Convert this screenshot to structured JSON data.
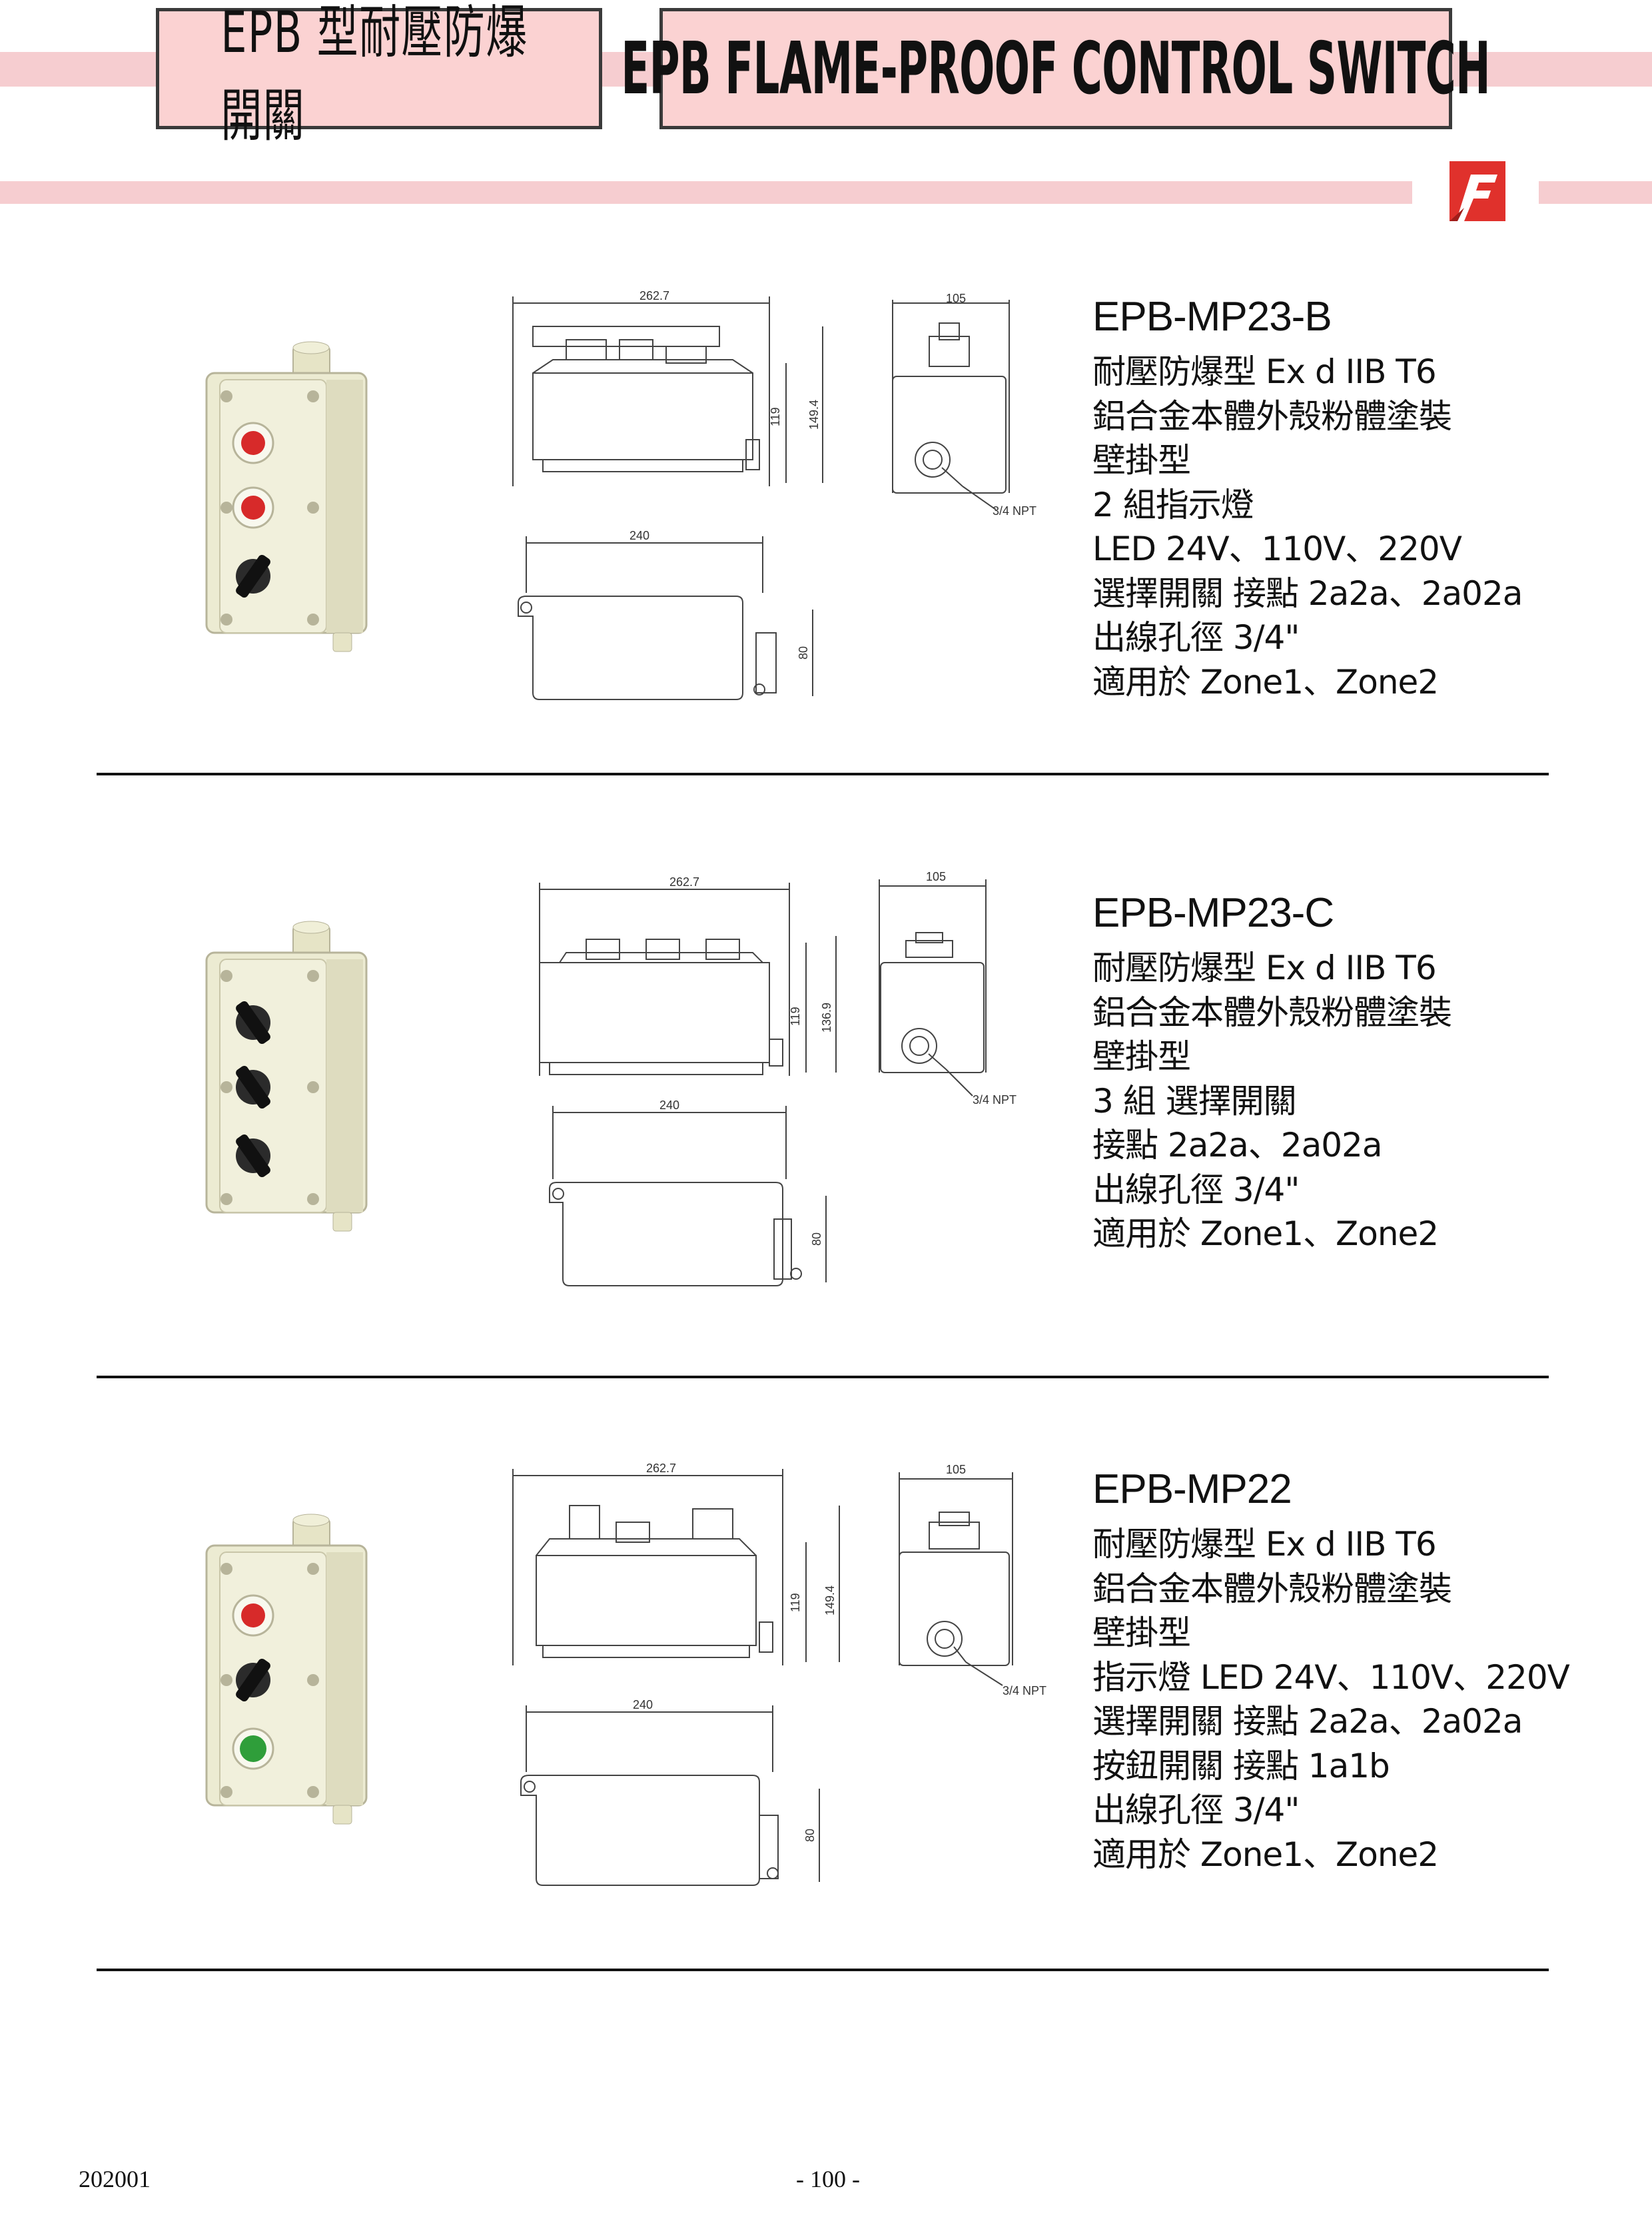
{
  "header": {
    "title_zh": "EPB 型耐壓防爆開關",
    "title_en": "EPB FLAME-PROOF CONTROL SWITCH"
  },
  "colors": {
    "band": "#f6cdd0",
    "title_bg": "#fbd2d2",
    "logo_red": "#e0312c",
    "housing": "#ecebd2"
  },
  "dimensions": {
    "length": "262.7",
    "depth": "105",
    "height_body": "119",
    "height_total": "149.4",
    "height_total_c": "136.9",
    "base_length": "240",
    "base_height": "80",
    "thread": "3/4 NPT"
  },
  "products": [
    {
      "model": "EPB-MP23-B",
      "specs": [
        "耐壓防爆型 Ex d IIB T6",
        "鋁合金本體外殼粉體塗裝",
        "壁掛型",
        "2 組指示燈",
        "LED 24V、110V、220V",
        "選擇開關  接點 2a2a、2a02a",
        "出線孔徑  3/4\"",
        "適用於 Zone1、Zone2"
      ]
    },
    {
      "model": "EPB-MP23-C",
      "specs": [
        "耐壓防爆型 Ex d IIB T6",
        "鋁合金本體外殼粉體塗裝",
        "壁掛型",
        "3 組  選擇開關",
        "接點  2a2a、2a02a",
        "出線孔徑  3/4\"",
        "適用於 Zone1、Zone2"
      ]
    },
    {
      "model": "EPB-MP22",
      "specs": [
        "耐壓防爆型 Ex d IIB T6",
        "鋁合金本體外殼粉體塗裝",
        "壁掛型",
        "指示燈 LED 24V、110V、220V",
        "選擇開關  接點 2a2a、2a02a",
        "按鈕開關  接點  1a1b",
        "出線孔徑  3/4\"",
        "適用於 Zone1、Zone2"
      ]
    }
  ],
  "footer": {
    "code": "202001",
    "page": "- 100 -"
  }
}
